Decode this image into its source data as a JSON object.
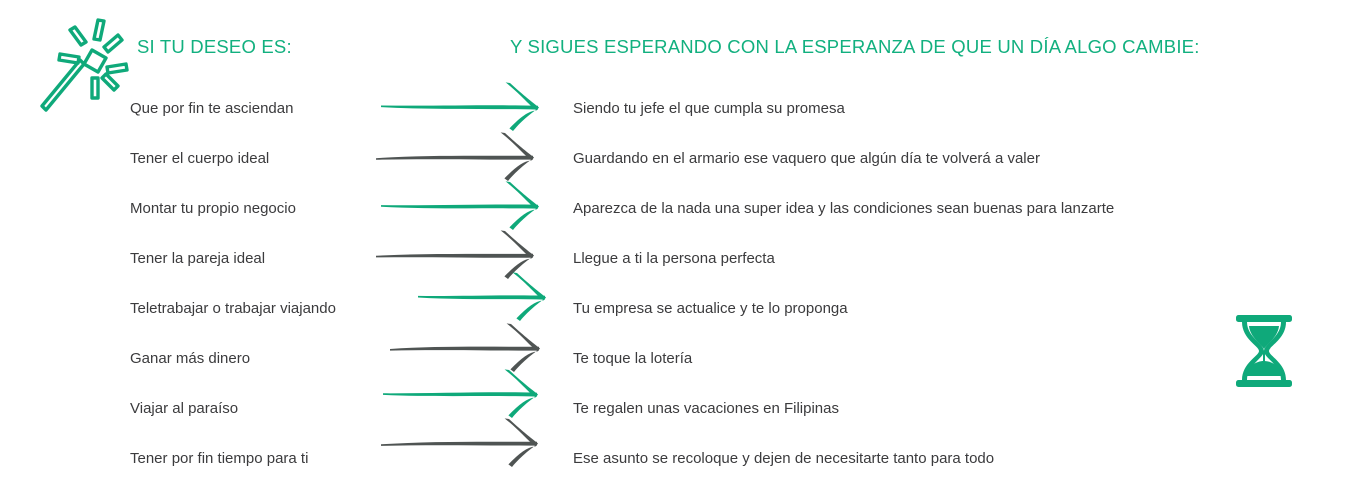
{
  "theme": {
    "accent_green": "#0FA97A",
    "header_green": "#12b07f",
    "text_dark": "#3b3b3d",
    "arrow_gray": "#4f5453",
    "background": "#ffffff"
  },
  "icons": {
    "wand": "magic-wand-icon",
    "hourglass": "hourglass-icon"
  },
  "headers": {
    "left": "SI TU DESEO ES:",
    "right": "Y SIGUES ESPERANDO CON LA ESPERANZA DE QUE UN DÍA ALGO CAMBIE:"
  },
  "rows": [
    {
      "wish": "Que por fin te asciendan",
      "wait": "Siendo tu jefe el que cumpla su promesa",
      "arrow_color": "#0FA97A"
    },
    {
      "wish": "Tener el cuerpo ideal",
      "wait": "Guardando en el armario ese vaquero que algún día te volverá a valer",
      "arrow_color": "#4f5453"
    },
    {
      "wish": "Montar tu propio negocio",
      "wait": "Aparezca de la nada una super idea y las condiciones sean buenas para lanzarte",
      "arrow_color": "#0FA97A"
    },
    {
      "wish": "Tener la pareja ideal",
      "wait": "Llegue a ti la persona perfecta",
      "arrow_color": "#4f5453"
    },
    {
      "wish": "Teletrabajar o trabajar viajando",
      "wait": "Tu empresa se actualice y te lo proponga",
      "arrow_color": "#0FA97A"
    },
    {
      "wish": "Ganar más dinero",
      "wait": "Te toque la lotería",
      "arrow_color": "#4f5453"
    },
    {
      "wish": "Viajar al paraíso",
      "wait": "Te regalen unas vacaciones en Filipinas",
      "arrow_color": "#0FA97A"
    },
    {
      "wish": "Tener por fin tiempo para ti",
      "wait": "Ese asunto se recoloque y dejen de necesitarte tanto para todo",
      "arrow_color": "#4f5453"
    }
  ]
}
